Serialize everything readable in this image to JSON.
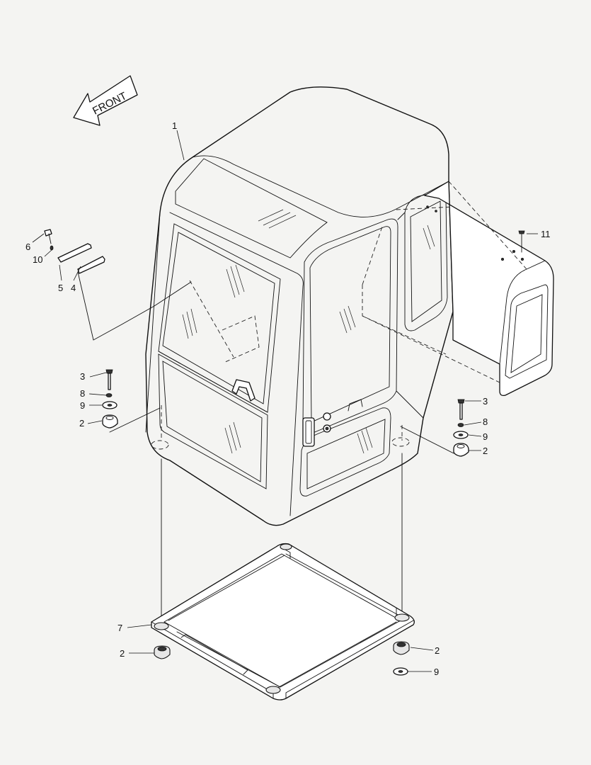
{
  "diagram": {
    "arrow_label": "FRONT",
    "callouts": [
      {
        "id": "c1",
        "text": "1"
      },
      {
        "id": "c6",
        "text": "6"
      },
      {
        "id": "c10",
        "text": "10"
      },
      {
        "id": "c5",
        "text": "5"
      },
      {
        "id": "c4",
        "text": "4"
      },
      {
        "id": "c11",
        "text": "11"
      },
      {
        "id": "c3a",
        "text": "3"
      },
      {
        "id": "c8a",
        "text": "8"
      },
      {
        "id": "c9a",
        "text": "9"
      },
      {
        "id": "c2a",
        "text": "2"
      },
      {
        "id": "c3b",
        "text": "3"
      },
      {
        "id": "c8b",
        "text": "8"
      },
      {
        "id": "c9b",
        "text": "9"
      },
      {
        "id": "c2b",
        "text": "2"
      },
      {
        "id": "c7",
        "text": "7"
      },
      {
        "id": "c2c",
        "text": "2"
      },
      {
        "id": "c2d",
        "text": "2"
      },
      {
        "id": "c9c",
        "text": "9"
      }
    ]
  }
}
